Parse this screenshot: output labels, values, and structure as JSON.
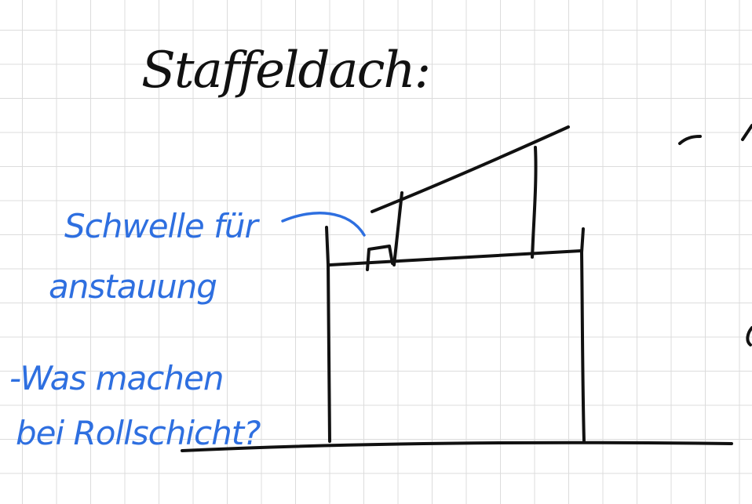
{
  "title": "Staffeldach:",
  "notes": {
    "line1": "Schwelle für",
    "line2": "anstauung",
    "line3": "-Was machen",
    "line4": "bei Rollschicht?"
  },
  "colors": {
    "ink": "#111111",
    "annotation": "#2e6fe0",
    "grid": "#dcdcdc",
    "paper": "#ffffff"
  }
}
